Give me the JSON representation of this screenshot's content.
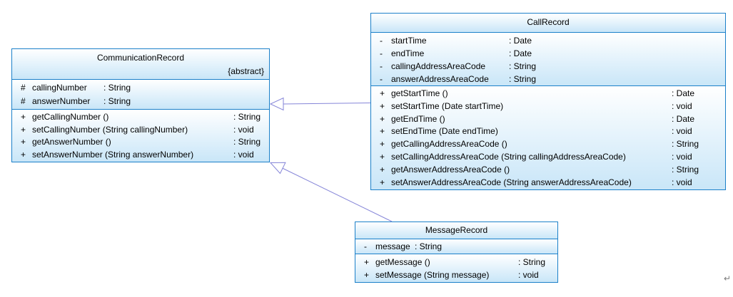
{
  "theme": {
    "background": "#ffffff",
    "border_color": "#1b80c9",
    "fill_bottom": "#c9e6f8",
    "connector_color": "#8585d8",
    "text_color": "#000000",
    "return_mark_color": "#7a7a7a"
  },
  "page": {
    "return_mark": "↵"
  },
  "classes": [
    {
      "name": "CommunicationRecord",
      "tag": "{abstract}",
      "attributes": [
        {
          "vis": "#",
          "name": "callingNumber",
          "type": ": String"
        },
        {
          "vis": "#",
          "name": "answerNumber",
          "type": ": String"
        }
      ],
      "methods": [
        {
          "vis": "+",
          "name": "getCallingNumber ()",
          "type": ": String"
        },
        {
          "vis": "+",
          "name": "setCallingNumber (String callingNumber)",
          "type": ": void"
        },
        {
          "vis": "+",
          "name": "getAnswerNumber ()",
          "type": ": String"
        },
        {
          "vis": "+",
          "name": "setAnswerNumber (String answerNumber)",
          "type": ": void"
        }
      ]
    },
    {
      "name": "CallRecord",
      "attributes": [
        {
          "vis": "-",
          "name": "startTime",
          "type": ": Date"
        },
        {
          "vis": "-",
          "name": "endTime",
          "type": ": Date"
        },
        {
          "vis": "-",
          "name": "callingAddressAreaCode",
          "type": ": String"
        },
        {
          "vis": "-",
          "name": "answerAddressAreaCode",
          "type": ": String"
        }
      ],
      "methods": [
        {
          "vis": "+",
          "name": "getStartTime ()",
          "type": ": Date"
        },
        {
          "vis": "+",
          "name": "setStartTime (Date startTime)",
          "type": ": void"
        },
        {
          "vis": "+",
          "name": "getEndTime ()",
          "type": ": Date"
        },
        {
          "vis": "+",
          "name": "setEndTime (Date endTime)",
          "type": ": void"
        },
        {
          "vis": "+",
          "name": "getCallingAddressAreaCode ()",
          "type": ": String"
        },
        {
          "vis": "+",
          "name": "setCallingAddressAreaCode (String callingAddressAreaCode)",
          "type": ": void"
        },
        {
          "vis": "+",
          "name": "getAnswerAddressAreaCode ()",
          "type": ": String"
        },
        {
          "vis": "+",
          "name": "setAnswerAddressAreaCode (String answerAddressAreaCode)",
          "type": ": void"
        }
      ]
    },
    {
      "name": "MessageRecord",
      "attributes": [
        {
          "vis": "-",
          "name": "message",
          "type": ": String"
        }
      ],
      "methods": [
        {
          "vis": "+",
          "name": "getMessage ()",
          "type": ": String"
        },
        {
          "vis": "+",
          "name": "setMessage (String message)",
          "type": ": void"
        }
      ]
    }
  ],
  "relationships": [
    {
      "type": "generalization",
      "from": "CallRecord",
      "to": "CommunicationRecord"
    },
    {
      "type": "generalization",
      "from": "MessageRecord",
      "to": "CommunicationRecord"
    }
  ]
}
